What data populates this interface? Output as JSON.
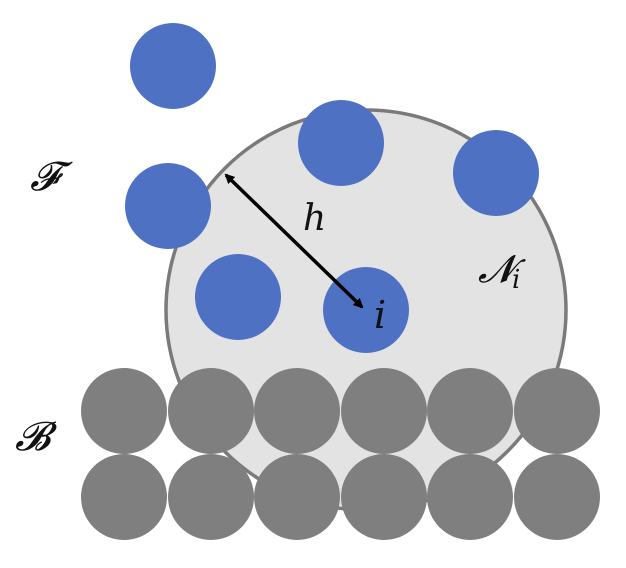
{
  "labels": {
    "fluid_set": "𝓕",
    "boundary_set": "𝓑",
    "neighborhood": "𝓝",
    "neighborhood_sub": "i",
    "radius": "h",
    "particle": "i"
  },
  "colors": {
    "fluid_particle": "#4e71c4",
    "boundary_particle": "#7f7f7f",
    "neighborhood_fill": "#e3e3e3",
    "neighborhood_stroke": "#7a7a7a",
    "arrow": "#000000"
  }
}
